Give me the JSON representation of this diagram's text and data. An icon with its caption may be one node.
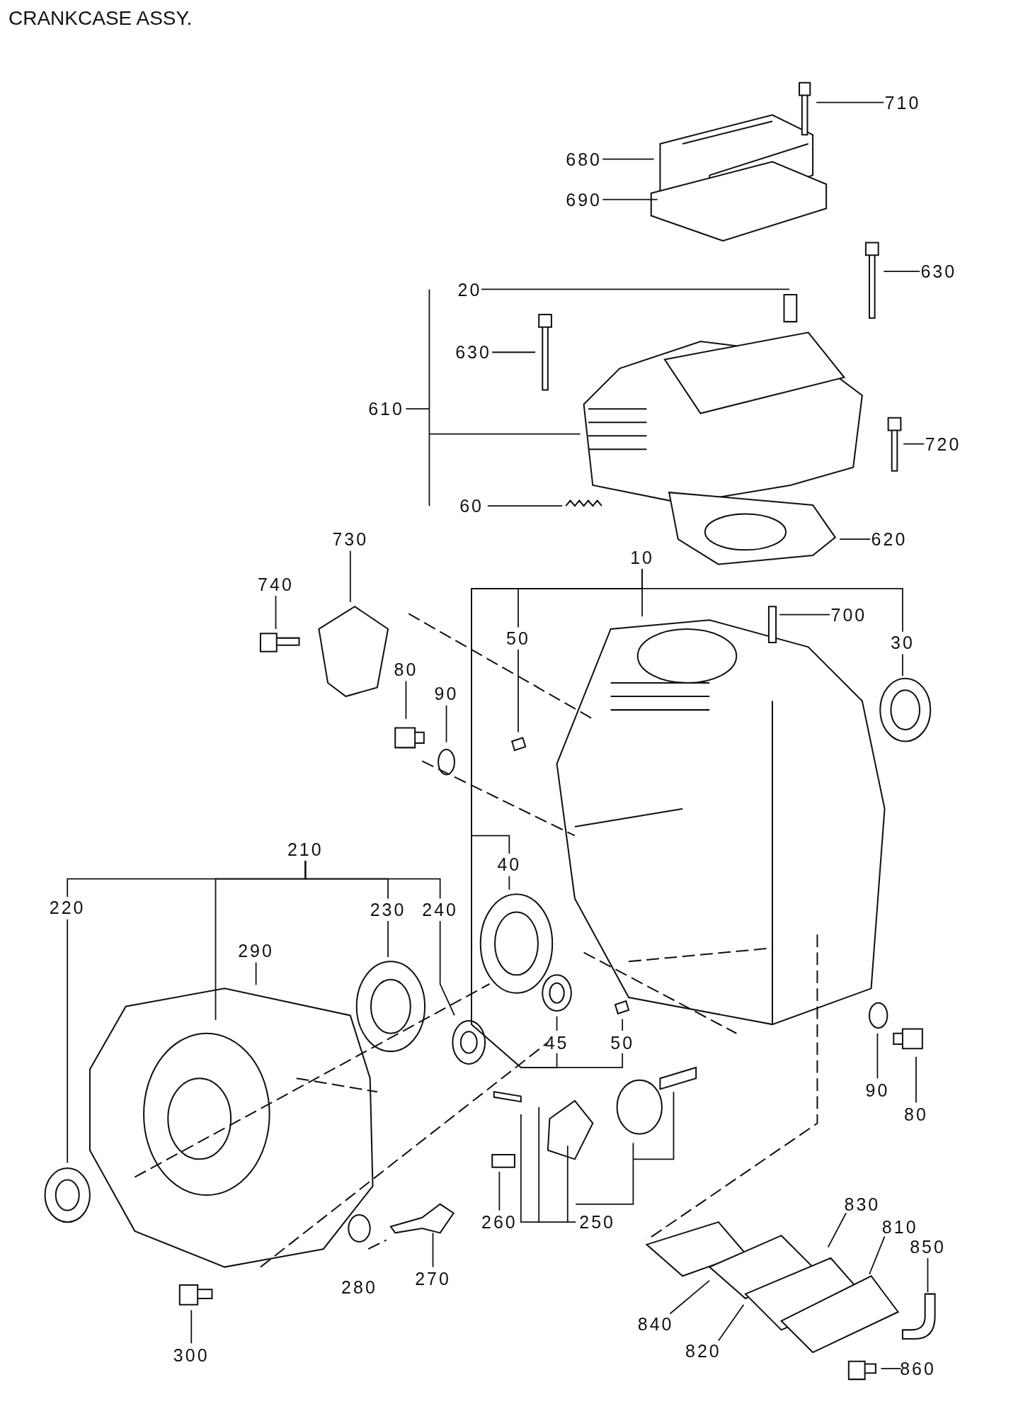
{
  "diagram": {
    "title": "CRANKCASE ASSY.",
    "nodes": [
      {
        "text": [
          "710"
        ]
      },
      {
        "text": [
          "680"
        ]
      },
      {
        "text": [
          "690"
        ]
      },
      {
        "text": [
          "20"
        ]
      },
      {
        "text": [
          "630"
        ]
      },
      {
        "text": [
          "630"
        ]
      },
      {
        "text": [
          "610"
        ]
      },
      {
        "text": [
          "720"
        ]
      },
      {
        "text": [
          "60"
        ]
      },
      {
        "text": [
          "620"
        ]
      },
      {
        "text": [
          "730"
        ]
      },
      {
        "text": [
          "10"
        ]
      },
      {
        "text": [
          "740"
        ]
      },
      {
        "text": [
          "700"
        ]
      },
      {
        "text": [
          "50"
        ]
      },
      {
        "text": [
          "30"
        ]
      },
      {
        "text": [
          "80"
        ]
      },
      {
        "text": [
          "90"
        ]
      },
      {
        "text": [
          "210"
        ]
      },
      {
        "text": [
          "40"
        ]
      },
      {
        "text": [
          "220"
        ]
      },
      {
        "text": [
          "230"
        ]
      },
      {
        "text": [
          "240"
        ]
      },
      {
        "text": [
          "290"
        ]
      },
      {
        "text": [
          "45"
        ]
      },
      {
        "text": [
          "50"
        ]
      },
      {
        "text": [
          "90"
        ]
      },
      {
        "text": [
          "80"
        ]
      },
      {
        "text": [
          "260"
        ]
      },
      {
        "text": [
          "250"
        ]
      },
      {
        "text": [
          "830"
        ]
      },
      {
        "text": [
          "810"
        ]
      },
      {
        "text": [
          "850"
        ]
      },
      {
        "text": [
          "270"
        ]
      },
      {
        "text": [
          "840"
        ]
      },
      {
        "text": [
          "820"
        ]
      },
      {
        "text": [
          "300"
        ]
      },
      {
        "text": [
          "860"
        ]
      }
    ],
    "edges": [
      {
        "from": 0,
        "to": null,
        "arrow": "none"
      },
      {
        "from": 1,
        "to": null,
        "arrow": "none"
      },
      {
        "from": 2,
        "to": null,
        "arrow": "none"
      },
      {
        "from": 3,
        "to": null,
        "arrow": "none"
      },
      {
        "from": 4,
        "to": null,
        "arrow": "none"
      },
      {
        "from": 5,
        "to": null,
        "arrow": "none"
      },
      {
        "from": 6,
        "to": null,
        "arrow": "none"
      },
      {
        "from": 7,
        "to": null,
        "arrow": "none"
      },
      {
        "from": 8,
        "to": null,
        "arrow": "none"
      },
      {
        "from": 9,
        "to": null,
        "arrow": "none"
      },
      {
        "from": 10,
        "to": null,
        "arrow": "none"
      },
      {
        "from": 11,
        "to": null,
        "arrow": "none"
      },
      {
        "from": 12,
        "to": null,
        "arrow": "none"
      },
      {
        "from": 13,
        "to": null,
        "arrow": "none"
      },
      {
        "from": 14,
        "to": null,
        "arrow": "none"
      },
      {
        "from": 15,
        "to": null,
        "arrow": "none"
      },
      {
        "from": 16,
        "to": null,
        "arrow": "none"
      },
      {
        "from": 17,
        "to": null,
        "arrow": "none"
      },
      {
        "from": 18,
        "to": null,
        "arrow": "none"
      },
      {
        "from": 19,
        "to": null,
        "arrow": "none"
      },
      {
        "from": 20,
        "to": null,
        "arrow": "none"
      },
      {
        "from": 21,
        "to": null,
        "arrow": "none"
      },
      {
        "from": 22,
        "to": null,
        "arrow": "none"
      },
      {
        "from": 23,
        "to": null,
        "arrow": "none"
      },
      {
        "from": 24,
        "to": null,
        "arrow": "none"
      },
      {
        "from": 25,
        "to": null,
        "arrow": "none"
      },
      {
        "from": 26,
        "to": null,
        "arrow": "none"
      },
      {
        "from": 27,
        "to": null,
        "arrow": "none"
      },
      {
        "from": 28,
        "to": null,
        "arrow": "none"
      },
      {
        "from": 29,
        "to": null,
        "arrow": "none"
      },
      {
        "from": 30,
        "to": null,
        "arrow": "none"
      },
      {
        "from": 31,
        "to": null,
        "arrow": "none"
      },
      {
        "from": 32,
        "to": null,
        "arrow": "none"
      },
      {
        "from": 33,
        "to": null,
        "arrow": "none"
      },
      {
        "from": 34,
        "to": null,
        "arrow": "none"
      },
      {
        "from": 35,
        "to": null,
        "arrow": "none"
      },
      {
        "from": 36,
        "to": null,
        "arrow": "none"
      },
      {
        "from": 37,
        "to": null,
        "arrow": "none"
      },
      {
        "from": 11,
        "to": 14,
        "arrow": "none"
      },
      {
        "from": 11,
        "to": 15,
        "arrow": "none"
      },
      {
        "from": 11,
        "to": 19,
        "arrow": "none"
      },
      {
        "from": 11,
        "to": 24,
        "arrow": "none"
      },
      {
        "from": 11,
        "to": 25,
        "arrow": "none"
      },
      {
        "from": 18,
        "to": 20,
        "arrow": "none"
      },
      {
        "from": 18,
        "to": 21,
        "arrow": "none"
      },
      {
        "from": 18,
        "to": 22,
        "arrow": "none"
      }
    ],
    "labels": [
      "280"
    ]
  }
}
